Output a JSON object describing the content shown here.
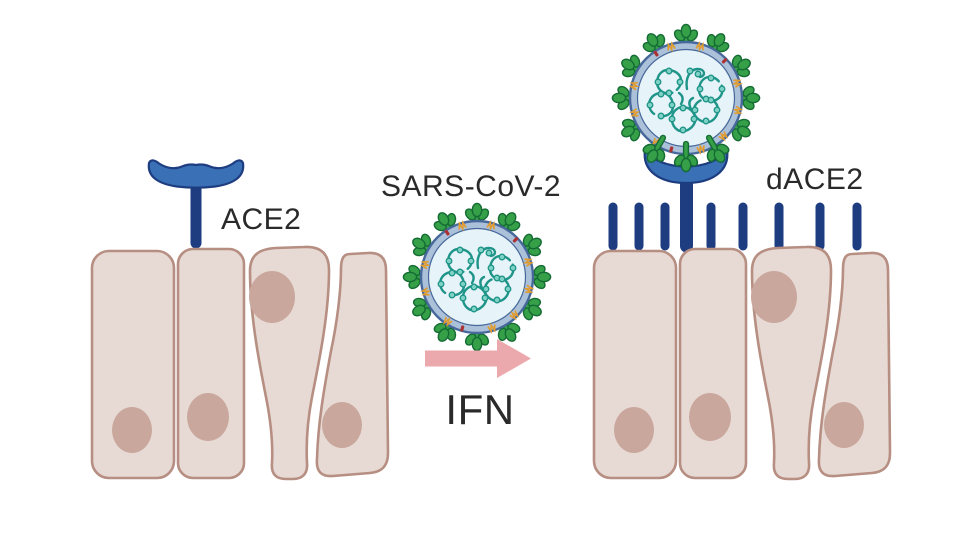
{
  "labels": {
    "ace2": "ACE2",
    "virus_name": "SARS-CoV-2",
    "ifn": "IFN",
    "dace2": "dACE2"
  },
  "icons": {
    "virus": "coronavirus-particle-icon",
    "ace2_receptor": "ace2-receptor-icon",
    "dace2_receptor": "dace2-short-receptor-icon",
    "cells": "epithelial-cell-layer",
    "arrow": "right-arrow-icon"
  },
  "colors": {
    "background": "#ffffff",
    "cell_fill": "#e7dad4",
    "cell_border": "#b68e82",
    "nucleus": "#c9a79d",
    "receptor_blue": "#3a70b5",
    "receptor_dark_blue": "#1e3d80",
    "virus_membrane": "#abc0d9",
    "virus_membrane_border": "#47689a",
    "virus_interior": "#e6f3f9",
    "spike_green": "#35a048",
    "spike_outline": "#156b34",
    "membrane_protein_orange": "#e09c30",
    "envelope_protein_red": "#ab3232",
    "rna_teal": "#1f9488",
    "rna_bead": "#7fd2c5",
    "arrow_pink": "#eca9ad",
    "text": "#2b2a2a"
  }
}
